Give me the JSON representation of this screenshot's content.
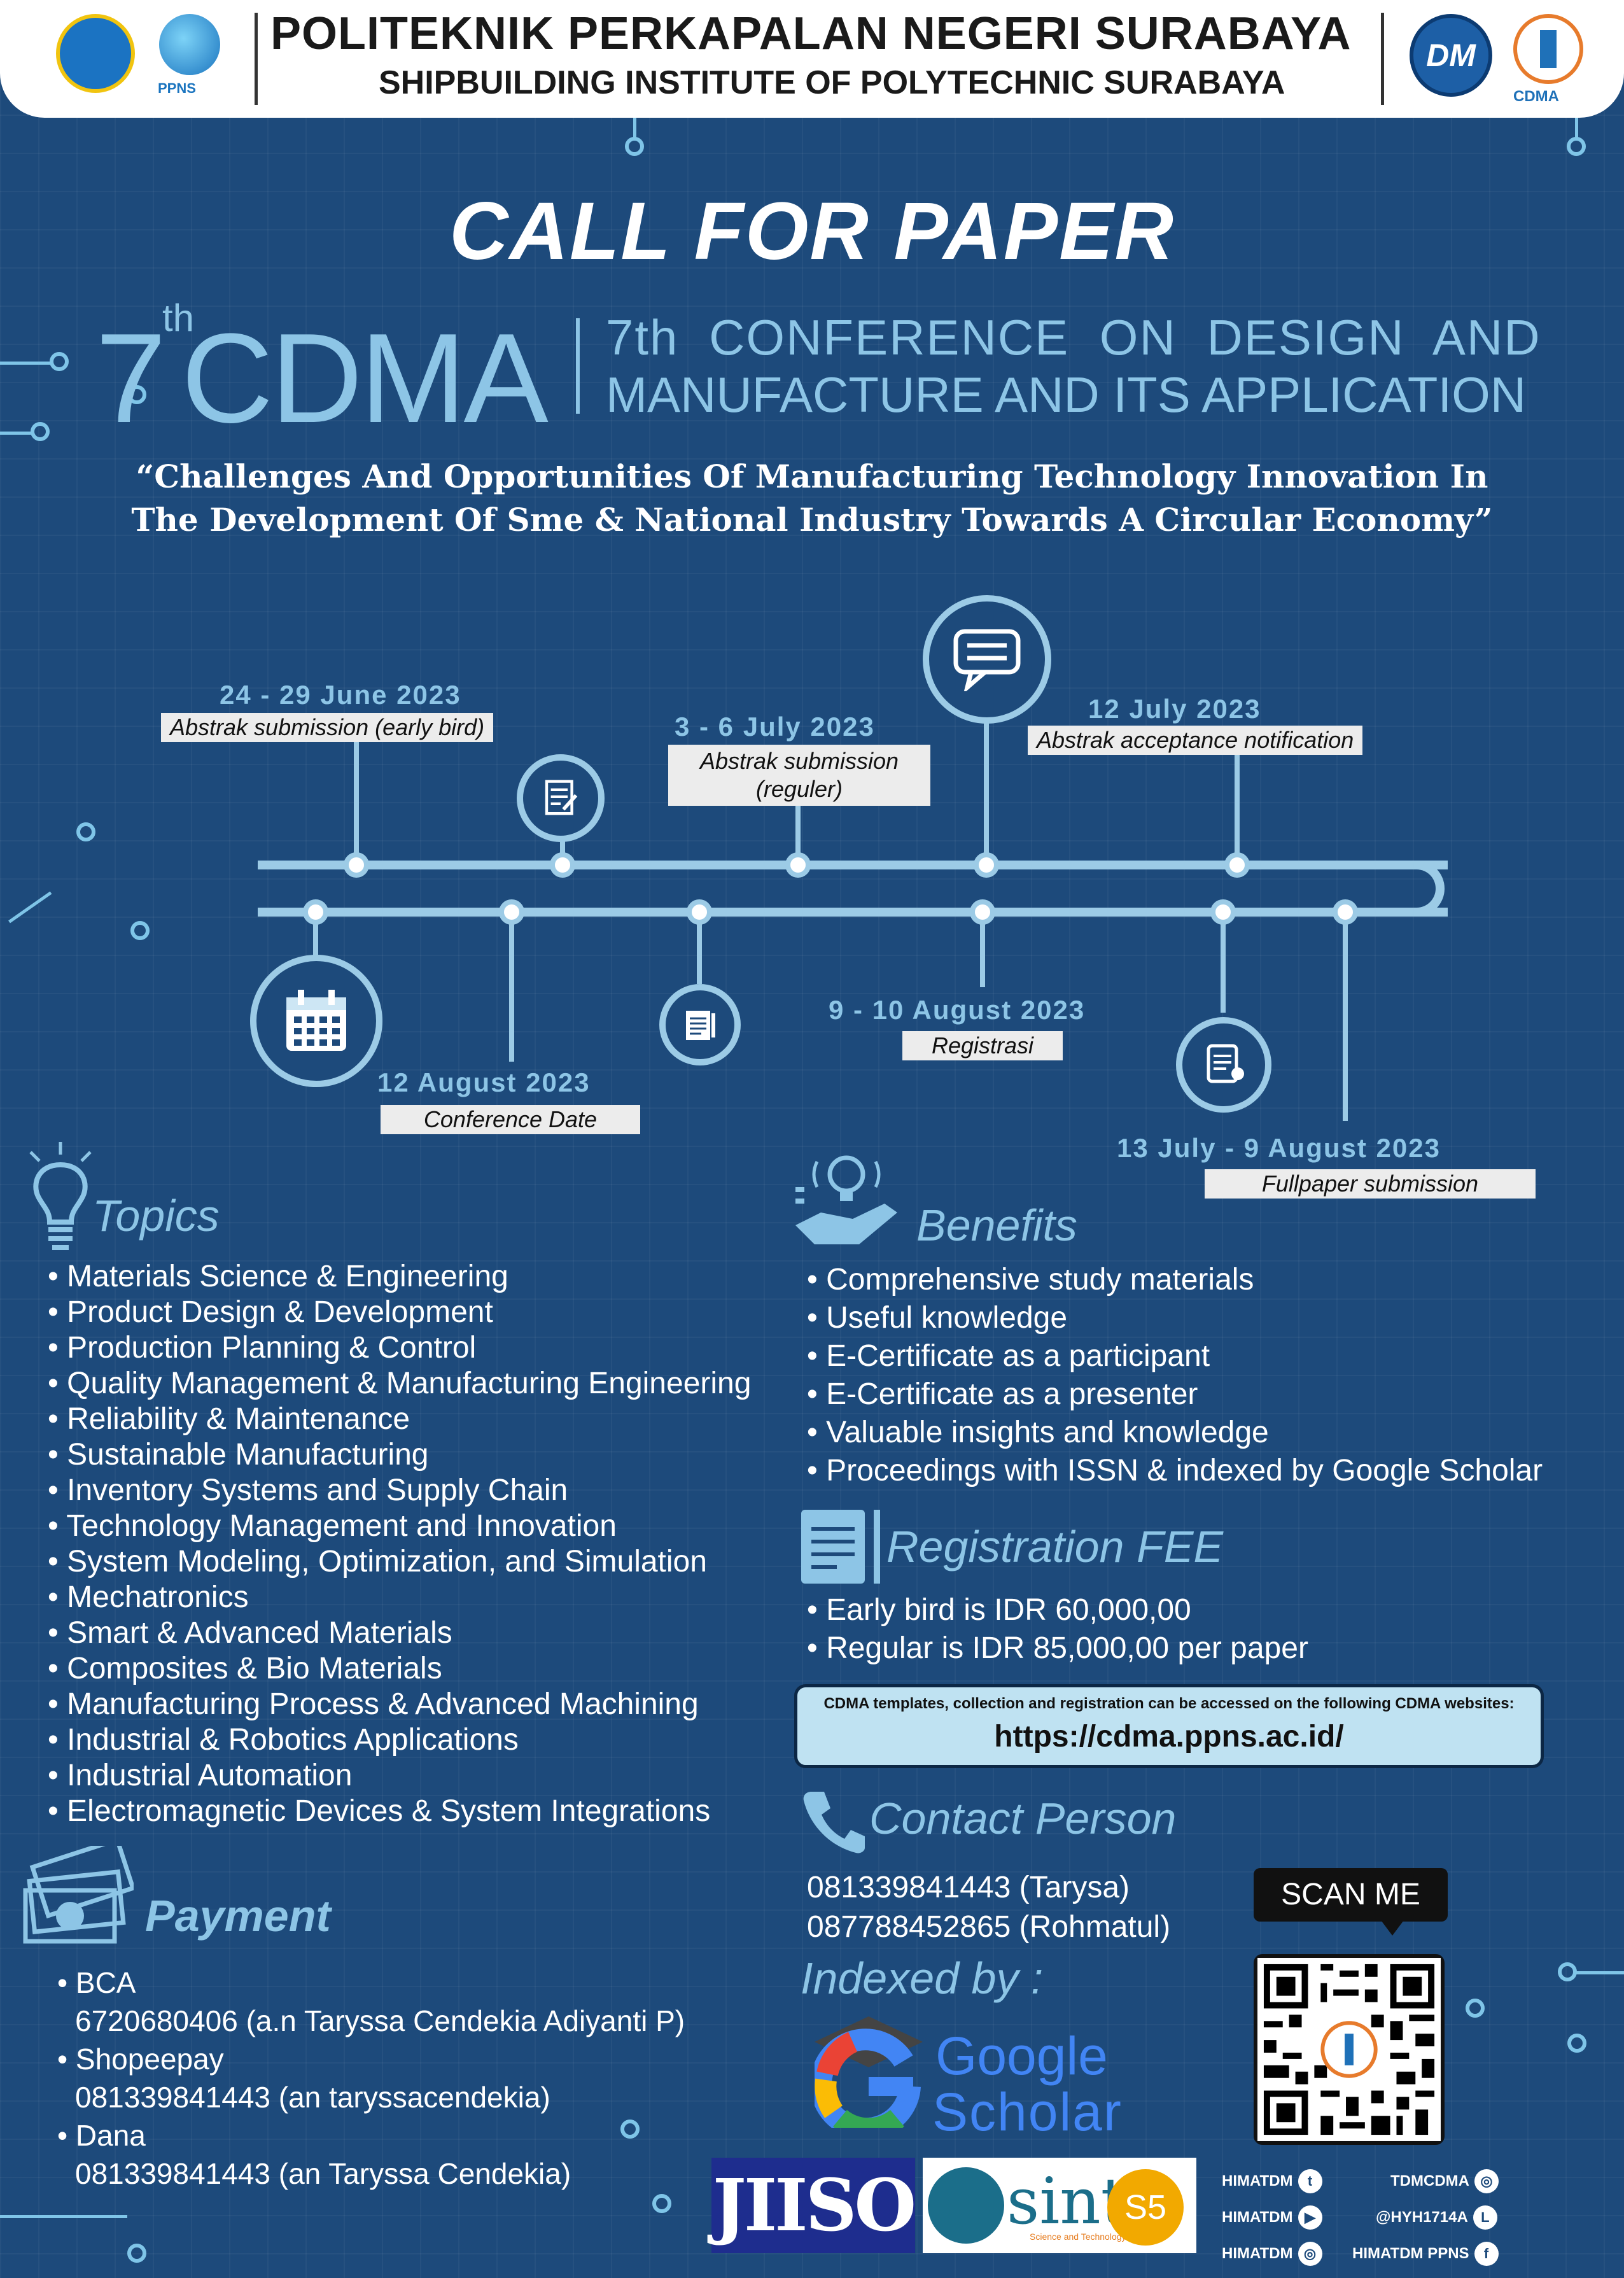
{
  "header": {
    "title": "POLITEKNIK PERKAPALAN NEGERI SURABAYA",
    "subtitle": "SHIPBUILDING INSTITUTE OF POLYTECHNIC SURABAYA",
    "logo_ppns": "PPNS",
    "logo_cdma": "CDMA",
    "logo_dm": "DM"
  },
  "title": "CALL FOR PAPER",
  "event": {
    "number": "7",
    "suffix": "th",
    "acronym": "CDMA",
    "name_line1": "7th CONFERENCE ON DESIGN AND",
    "name_line2": "MANUFACTURE AND ITS APPLICATION"
  },
  "theme": {
    "line1": "“Challenges And Opportunities Of Manufacturing Technology Innovation In",
    "line2": "The Development Of Sme & National Industry Towards A Circular Economy”"
  },
  "timeline": {
    "items": [
      {
        "date": "24 - 29 June 2023",
        "label": "Abstrak submission (early bird)"
      },
      {
        "date": "3 - 6 July 2023",
        "label": "Abstrak submission (reguler)"
      },
      {
        "date": "12 July 2023",
        "label": "Abstrak acceptance notification"
      },
      {
        "date": "9 - 10 August 2023",
        "label": "Registrasi"
      },
      {
        "date": "12 August 2023",
        "label": "Conference Date"
      },
      {
        "date": "13 July - 9 August 2023",
        "label": "Fullpaper submission"
      }
    ],
    "box_reguler_line1": "Abstrak submission",
    "box_reguler_line2": "(reguler)"
  },
  "topics": {
    "heading": "Topics",
    "items": [
      "Materials Science & Engineering",
      "Product Design & Development",
      "Production Planning & Control",
      "Quality Management & Manufacturing Engineering",
      "Reliability & Maintenance",
      "Sustainable Manufacturing",
      "Inventory Systems and Supply Chain",
      "Technology Management and Innovation",
      "System Modeling, Optimization, and Simulation",
      "Mechatronics",
      "Smart & Advanced Materials",
      "Composites & Bio Materials",
      "Manufacturing Process & Advanced Machining",
      "Industrial & Robotics Applications",
      "Industrial Automation",
      "Electromagnetic Devices & System Integrations"
    ]
  },
  "benefits": {
    "heading": "Benefits",
    "items": [
      "Comprehensive study materials",
      "Useful knowledge",
      "E-Certificate as a participant",
      "E-Certificate as a presenter",
      "Valuable insights and knowledge",
      "Proceedings with ISSN & indexed by Google Scholar"
    ]
  },
  "fee": {
    "heading": "Registration FEE",
    "items": [
      "Early bird is IDR 60,000,00",
      "Regular is IDR 85,000,00 per paper"
    ]
  },
  "website": {
    "note": "CDMA templates, collection and registration can be accessed on the following CDMA websites:",
    "url": "https://cdma.ppns.ac.id/"
  },
  "contact": {
    "heading": "Contact Person",
    "lines": [
      "081339841443 (Tarysa)",
      "087788452865 (Rohmatul)"
    ]
  },
  "indexed": {
    "heading": "Indexed by :",
    "google": "Google",
    "scholar": "Scholar",
    "jiso": "JIISO",
    "sinta": "sinta",
    "sinta_sub": "Science and Technology Index",
    "sinta_rank": "S5"
  },
  "payment": {
    "heading": "Payment",
    "entries": [
      {
        "bank": "BCA",
        "detail": "6720680406 (a.n Taryssa Cendekia Adiyanti P)"
      },
      {
        "bank": "Shopeepay",
        "detail": "081339841443 (an taryssacendekia)"
      },
      {
        "bank": "Dana",
        "detail": "081339841443 (an Taryssa Cendekia)"
      }
    ]
  },
  "scan": "SCAN ME",
  "social": [
    {
      "handle": "HIMATDM",
      "icon": "twitter-icon"
    },
    {
      "handle": "TDMCDMA",
      "icon": "instagram-icon"
    },
    {
      "handle": "HIMATDM",
      "icon": "youtube-icon"
    },
    {
      "handle": "@HYH1714A",
      "icon": "line-icon"
    },
    {
      "handle": "HIMATDM",
      "icon": "instagram-icon"
    },
    {
      "handle": "HIMATDM PPNS",
      "icon": "facebook-icon"
    }
  ],
  "colors": {
    "background": "#1d4a7b",
    "accent": "#8dc5e6",
    "timeline": "#9ccbe6"
  }
}
